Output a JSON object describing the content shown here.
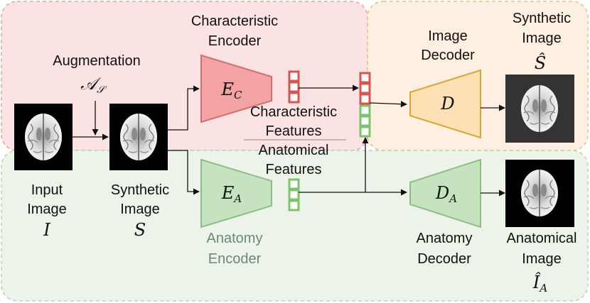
{
  "colors": {
    "red_region_fill": "#fbe3e3",
    "red_region_stroke": "#e0a4a4",
    "orange_region_fill": "#fdf0e2",
    "orange_region_stroke": "#ecc27c",
    "green_region_fill": "#ecf4ea",
    "green_region_stroke": "#b9d4b3",
    "char_encoder_fill": "#f4a3a3",
    "char_encoder_stroke": "#cf6f6f",
    "anat_encoder_fill": "#c6e3c0",
    "anat_encoder_stroke": "#8fbd86",
    "image_decoder_fill": "#fde1b5",
    "image_decoder_stroke": "#dba630",
    "anat_decoder_fill": "#c6e3c0",
    "anat_decoder_stroke": "#8fbd86",
    "red_feature": "#d9534f",
    "green_feature": "#7cc46b",
    "brain_bg": "#000000"
  },
  "labels": {
    "input_image_line1": "Input",
    "input_image_line2": "Image",
    "input_image_symbol": "I",
    "augmentation": "Augmentation",
    "augmentation_symbol": "𝒜",
    "augmentation_sub": "𝒮",
    "synthetic_image_line1": "Synthetic",
    "synthetic_image_line2": "Image",
    "synthetic_image_symbol": "S",
    "characteristic_encoder_line1": "Characteristic",
    "characteristic_encoder_line2": "Encoder",
    "characteristic_encoder_symbol": "E",
    "characteristic_encoder_sub": "C",
    "anatomy_encoder_line1": "Anatomy",
    "anatomy_encoder_line2": "Encoder",
    "anatomy_encoder_symbol": "E",
    "anatomy_encoder_sub": "A",
    "characteristic_features_line1": "Characteristic",
    "characteristic_features_line2": "Features",
    "anatomical_features_line1": "Anatomical",
    "anatomical_features_line2": "Features",
    "image_decoder_line1": "Image",
    "image_decoder_line2": "Decoder",
    "image_decoder_symbol": "D",
    "anatomy_decoder_line1": "Anatomy",
    "anatomy_decoder_line2": "Decoder",
    "anatomy_decoder_symbol": "D",
    "anatomy_decoder_sub": "A",
    "synthetic_output_line1": "Synthetic",
    "synthetic_output_line2": "Image",
    "synthetic_output_symbol": "Ŝ",
    "anatomical_output_line1": "Anatomical",
    "anatomical_output_line2": "Image",
    "anatomical_output_symbol": "Î",
    "anatomical_output_sub": "A"
  }
}
